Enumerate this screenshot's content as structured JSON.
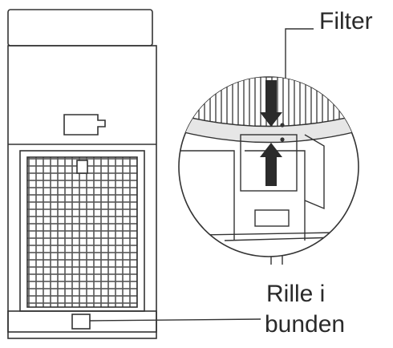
{
  "labels": {
    "filter": "Filter",
    "groove_line1": "Rille i",
    "groove_line2": "bunden"
  },
  "colors": {
    "stroke": "#333333",
    "arrow": "#2b2b2b",
    "background": "#ffffff"
  },
  "icons": {
    "arrow_down": "down-arrow-icon",
    "arrow_up": "up-arrow-icon"
  }
}
